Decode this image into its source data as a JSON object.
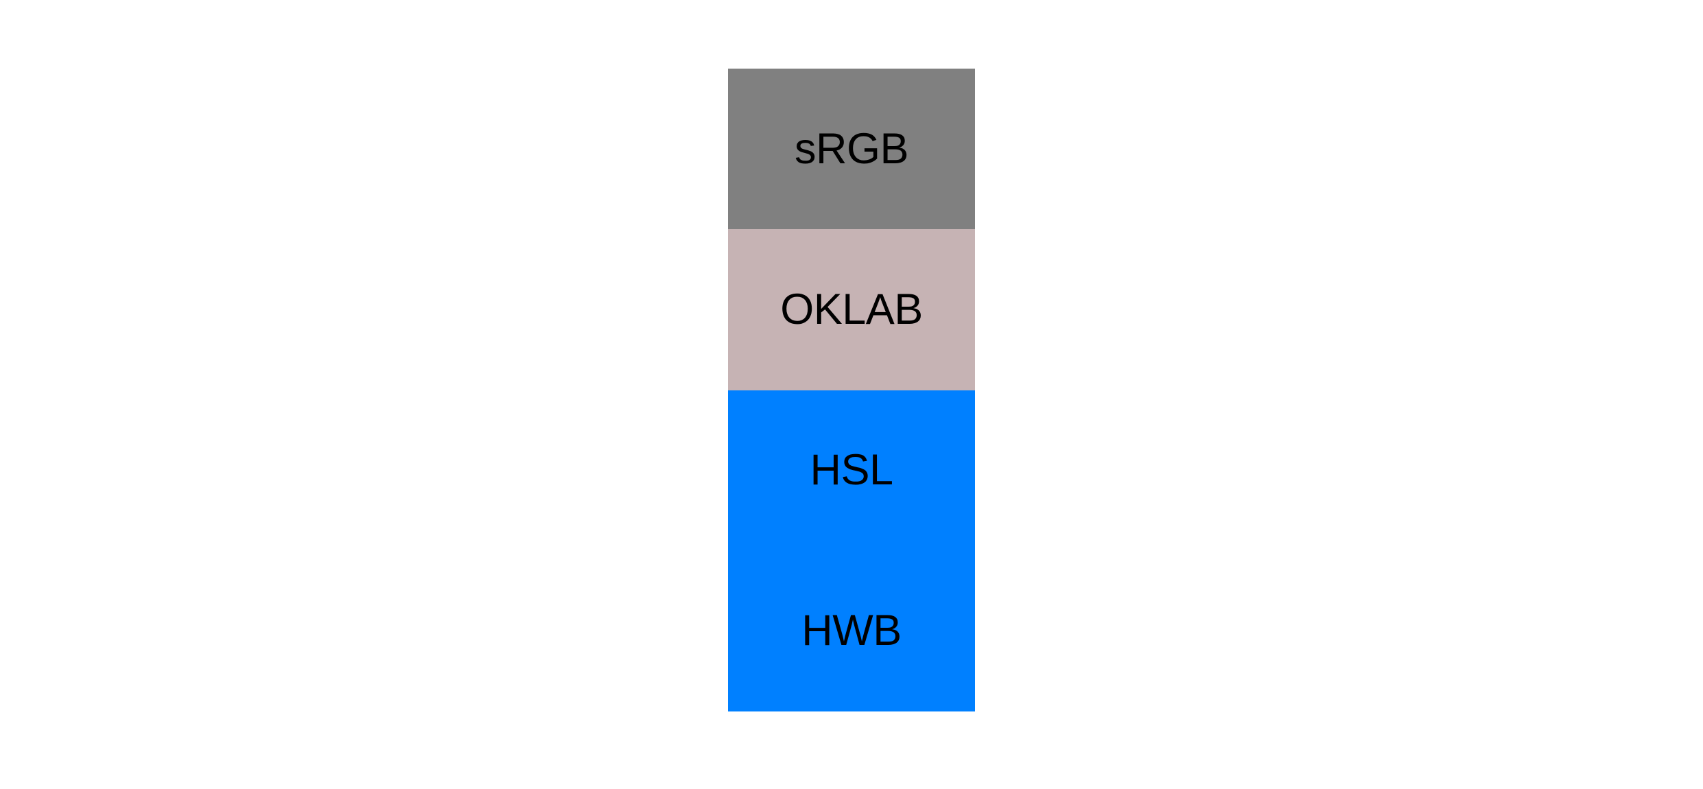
{
  "canvas": {
    "background": "#ffffff"
  },
  "swatch_column": {
    "label_color": "#000000",
    "items": [
      {
        "label": "sRGB",
        "color": "#808080"
      },
      {
        "label": "OKLAB",
        "color": "#c6b3b4"
      },
      {
        "label": "HSL",
        "color": "#0080ff"
      },
      {
        "label": "HWB",
        "color": "#0080ff"
      }
    ]
  }
}
